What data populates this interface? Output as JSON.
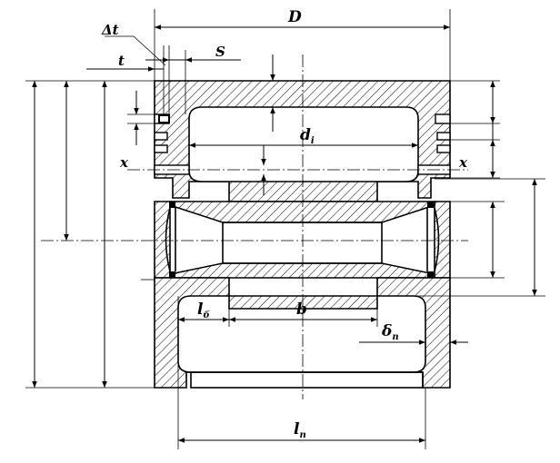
{
  "labels": {
    "D": "D",
    "delta_t": "Δt",
    "t": "t",
    "S": "S",
    "d": "d",
    "d_sub": "i",
    "x_left": "x",
    "x_right": "x",
    "l": "l",
    "l_b_sub": "б",
    "b": "b",
    "delta": "δ",
    "delta_sub": "п",
    "l_n_sub": "п"
  }
}
